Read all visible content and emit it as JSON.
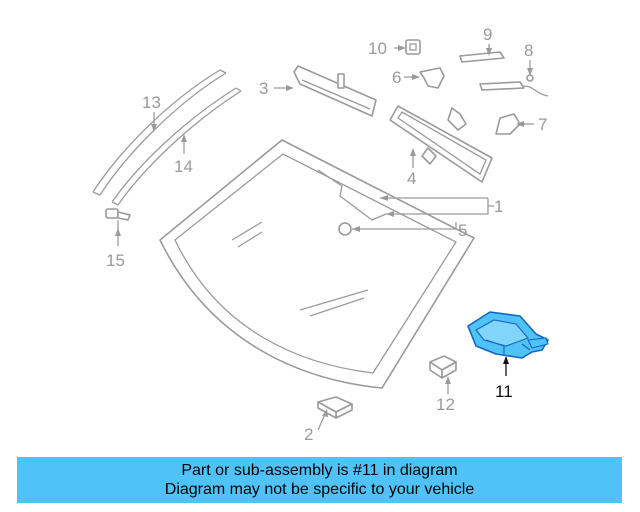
{
  "diagram": {
    "callouts": [
      "1",
      "2",
      "3",
      "4",
      "5",
      "6",
      "7",
      "8",
      "9",
      "10",
      "11",
      "12",
      "13",
      "14",
      "15"
    ],
    "highlighted_part": "11",
    "colors": {
      "part_stroke": "#9a9a9a",
      "highlight_fill": "#4fc3f7",
      "highlight_stroke": "#1565c0",
      "label": "#9a9a9a",
      "label_highlight": "#111111"
    }
  },
  "banner": {
    "line1": "Part or sub-assembly is #11 in diagram",
    "line2": "Diagram may not be specific to your vehicle",
    "background": "#4fc3f7"
  }
}
